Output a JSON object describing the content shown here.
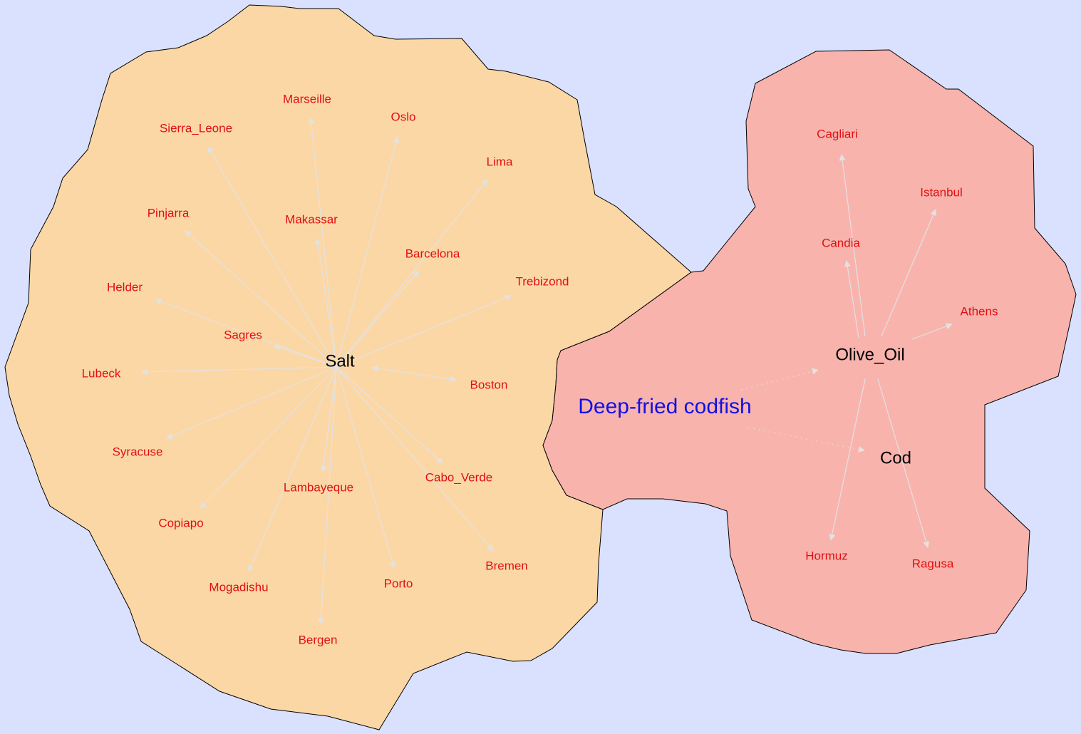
{
  "colors": {
    "background": "#d9e1fe",
    "salt_region": "#fcd7a6",
    "oil_region": "#f9b3ad",
    "city_text": "#e01010",
    "hub_text": "#000000",
    "title_text": "#1010e8",
    "edge": "#e2e2e2"
  },
  "title": "Deep-fried codfish",
  "hubs": {
    "salt": "Salt",
    "olive_oil": "Olive_Oil",
    "cod": "Cod"
  },
  "salt_cities": [
    "Marseille",
    "Oslo",
    "Sierra_Leone",
    "Lima",
    "Makassar",
    "Pinjarra",
    "Barcelona",
    "Trebizond",
    "Helder",
    "Sagres",
    "Lubeck",
    "Boston",
    "Syracuse",
    "Cabo_Verde",
    "Lambayeque",
    "Copiapo",
    "Bremen",
    "Porto",
    "Mogadishu",
    "Bergen"
  ],
  "oil_cities": [
    "Cagliari",
    "Istanbul",
    "Candia",
    "Athens",
    "Hormuz",
    "Ragusa"
  ]
}
